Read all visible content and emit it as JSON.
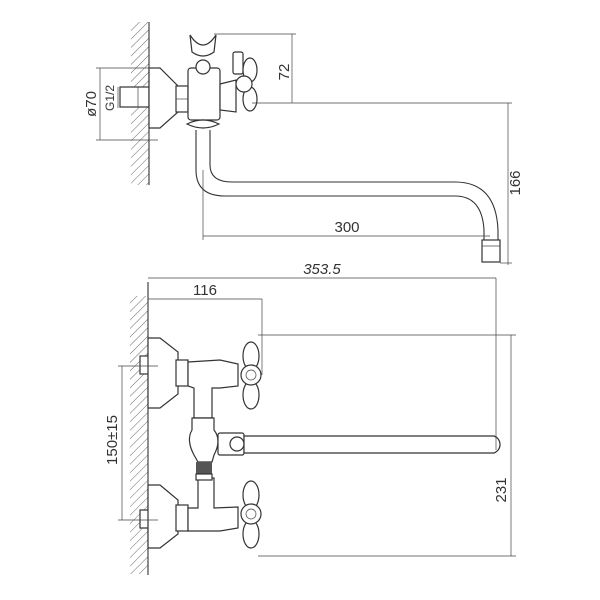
{
  "title": "Wall-mounted bath mixer with long swivel spout - dimension drawing",
  "top_view": {
    "dimensions": {
      "flange_diameter": "ø70",
      "thread": "G1/2",
      "holder_height": "72",
      "spout_height": "166",
      "spout_reach": "300"
    }
  },
  "front_view": {
    "dimensions": {
      "overall_length": "353.5",
      "wall_to_handle": "116",
      "center_distance": "150±15",
      "overall_height": "231"
    }
  },
  "colors": {
    "line": "#333333",
    "background": "#ffffff"
  }
}
